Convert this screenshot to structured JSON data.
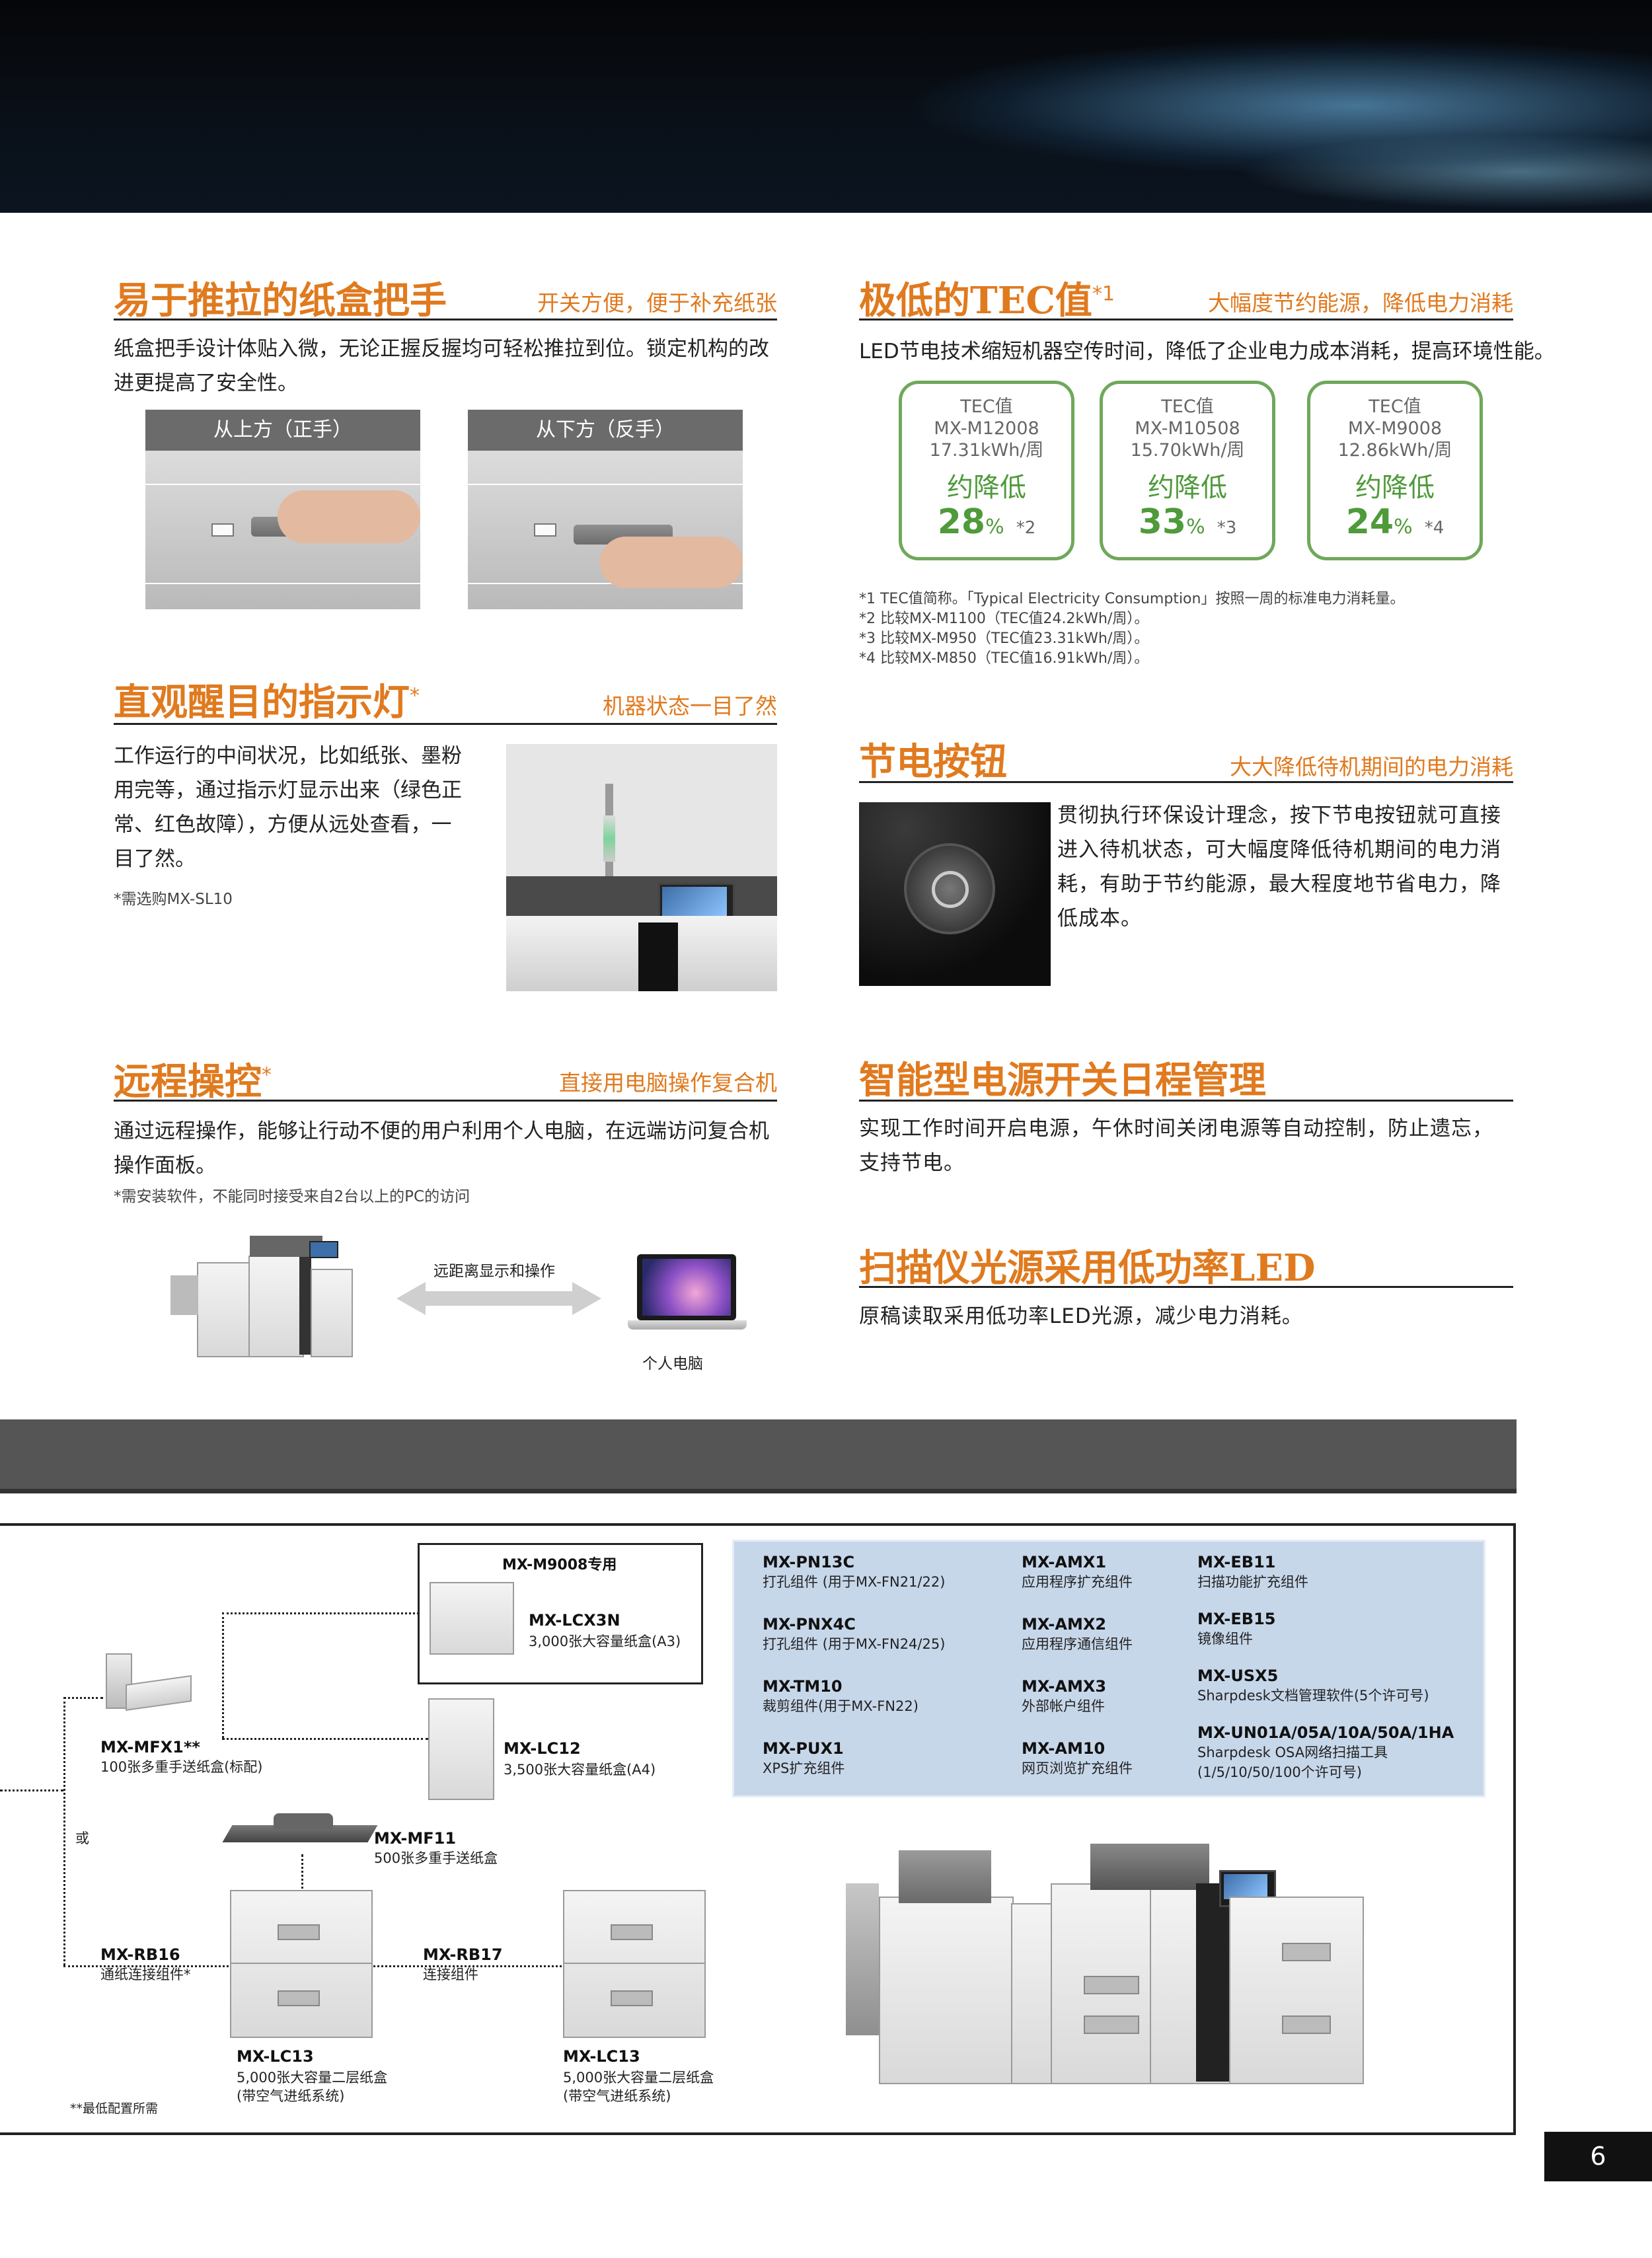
{
  "s1": {
    "title": "易于推拉的纸盒把手",
    "sub": "开关方便，便于补充纸张",
    "body": "纸盒把手设计体贴入微，无论正握反握均可轻松推拉到位。锁定机构的改进更提高了安全性。",
    "cap1": "从上方（正手）",
    "cap2": "从下方（反手）"
  },
  "s2": {
    "title": "极低的TEC值",
    "title_mark": "*1",
    "sub": "大幅度节约能源，降低电力消耗",
    "body": "LED节电技术缩短机器空传时间，降低了企业电力成本消耗，提高环境性能。",
    "boxes": [
      {
        "l1": "TEC值",
        "l2": "MX-M12008",
        "l3": "17.31kWh/周",
        "r": "约降低",
        "pct": "28",
        "unit": "%",
        "note": "*2"
      },
      {
        "l1": "TEC值",
        "l2": "MX-M10508",
        "l3": "15.70kWh/周",
        "r": "约降低",
        "pct": "33",
        "unit": "%",
        "note": "*3"
      },
      {
        "l1": "TEC值",
        "l2": "MX-M9008",
        "l3": "12.86kWh/周",
        "r": "约降低",
        "pct": "24",
        "unit": "%",
        "note": "*4"
      }
    ],
    "notes": [
      "*1 TEC值简称。「Typical Electricity Consumption」按照一周的标准电力消耗量。",
      "*2 比较MX-M1100（TEC值24.2kWh/周）。",
      "*3 比较MX-M950（TEC值23.31kWh/周）。",
      "*4 比较MX-M850（TEC值16.91kWh/周）。"
    ]
  },
  "s3": {
    "title": "直观醒目的指示灯",
    "title_mark": "*",
    "sub": "机器状态一目了然",
    "body": "工作运行的中间状况，比如纸张、墨粉用完等，通过指示灯显示出来（绿色正常、红色故障），方便从远处查看，一目了然。",
    "note": "*需选购MX-SL10"
  },
  "s4": {
    "title": "节电按钮",
    "sub": "大大降低待机期间的电力消耗",
    "body": "贯彻执行环保设计理念，按下节电按钮就可直接进入待机状态，可大幅度降低待机期间的电力消耗，有助于节约能源，最大程度地节省电力，降低成本。"
  },
  "s5": {
    "title": "远程操控",
    "title_mark": "*",
    "sub": "直接用电脑操作复合机",
    "body": "通过远程操作，能够让行动不便的用户利用个人电脑，在远端访问复合机操作面板。",
    "note": "*需安装软件，不能同时接受来自2台以上的PC的访问",
    "arrow_label": "远距离显示和操作",
    "pc_label": "个人电脑"
  },
  "s6": {
    "title": "智能型电源开关日程管理",
    "body": "实现工作时间开启电源，午休时间关闭电源等自动控制，防止遗忘，支持节电。"
  },
  "s7": {
    "title": "扫描仪光源采用低功率LED",
    "body": "原稿读取采用低功率LED光源，减少电力消耗。"
  },
  "config": {
    "m9008_only": "MX-M9008专用",
    "lcx3n": {
      "name": "MX-LCX3N",
      "desc": "3,000张大容量纸盒(A3)"
    },
    "lc12": {
      "name": "MX-LC12",
      "desc": "3,500张大容量纸盒(A4)"
    },
    "mfx1": {
      "name": "MX-MFX1**",
      "desc": "100张多重手送纸盒(标配)"
    },
    "or": "或",
    "mf11": {
      "name": "MX-MF11",
      "desc": "500张多重手送纸盒"
    },
    "rb16": {
      "name": "MX-RB16",
      "desc": "通纸连接组件*"
    },
    "rb17": {
      "name": "MX-RB17",
      "desc": "连接组件"
    },
    "lc13a": {
      "name": "MX-LC13",
      "d1": "5,000张大容量二层纸盒",
      "d2": "(带空气进纸系统)"
    },
    "lc13b": {
      "name": "MX-LC13",
      "d1": "5,000张大容量二层纸盒",
      "d2": "(带空气进纸系统)"
    },
    "footnote": "**最低配置所需",
    "options": [
      {
        "name": "MX-PN13C",
        "desc": "打孔组件 (用于MX-FN21/22)"
      },
      {
        "name": "MX-PNX4C",
        "desc": "打孔组件 (用于MX-FN24/25)"
      },
      {
        "name": "MX-TM10",
        "desc": "裁剪组件(用于MX-FN22)"
      },
      {
        "name": "MX-PUX1",
        "desc": "XPS扩充组件"
      },
      {
        "name": "MX-AMX1",
        "desc": "应用程序扩充组件"
      },
      {
        "name": "MX-AMX2",
        "desc": "应用程序通信组件"
      },
      {
        "name": "MX-AMX3",
        "desc": "外部帐户组件"
      },
      {
        "name": "MX-AM10",
        "desc": "网页浏览扩充组件"
      },
      {
        "name": "MX-EB11",
        "desc": "扫描功能扩充组件"
      },
      {
        "name": "MX-EB15",
        "desc": "镜像组件"
      },
      {
        "name": "MX-USX5",
        "desc": "Sharpdesk文档管理软件(5个许可号)"
      },
      {
        "name": "MX-UN01A/05A/10A/50A/1HA",
        "desc": "Sharpdesk OSA网络扫描工具",
        "desc2": "(1/5/10/50/100个许可号)"
      }
    ]
  },
  "page_number": "6"
}
